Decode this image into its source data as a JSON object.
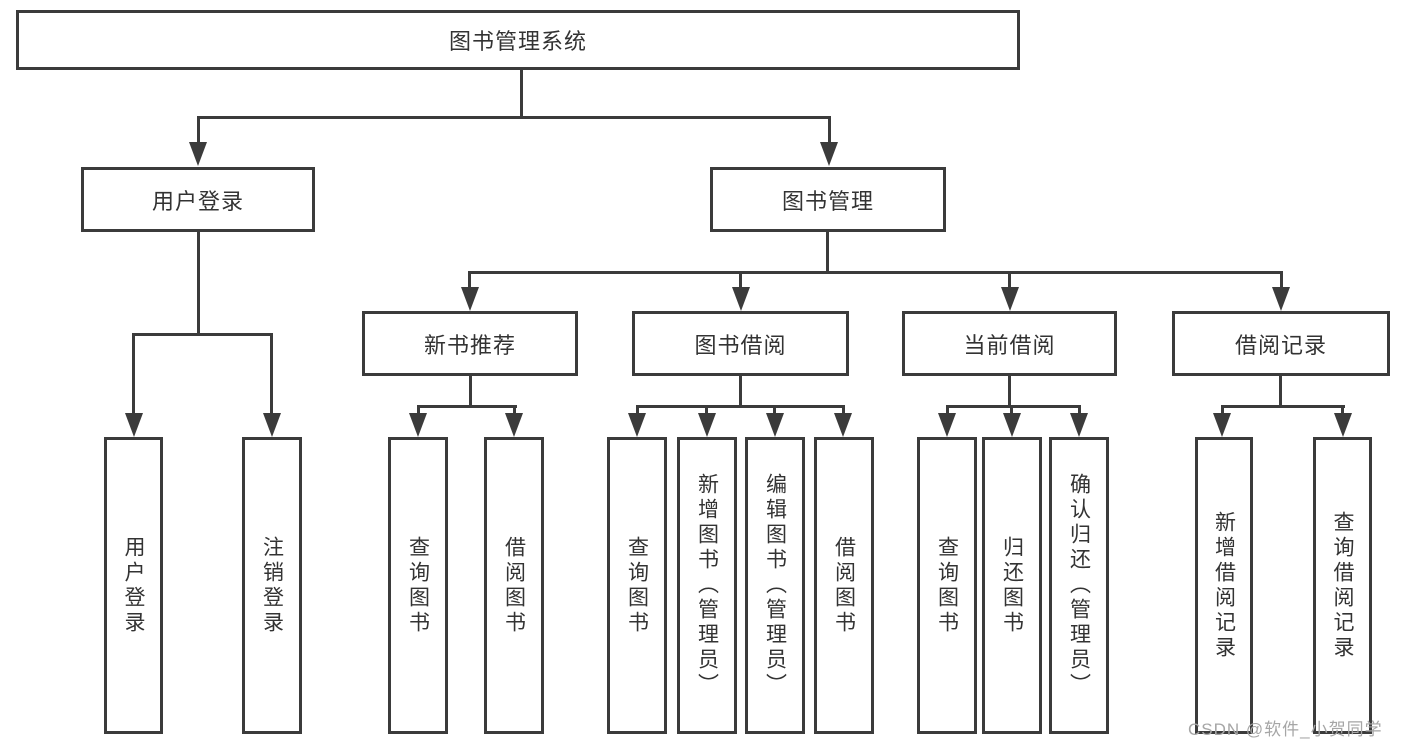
{
  "diagram": {
    "type": "hierarchy-tree",
    "root": {
      "label": "图书管理系统",
      "children": [
        {
          "label": "用户登录",
          "children": [
            {
              "label": "用户登录"
            },
            {
              "label": "注销登录"
            }
          ]
        },
        {
          "label": "图书管理",
          "children": [
            {
              "label": "新书推荐",
              "children": [
                {
                  "label": "查询图书"
                },
                {
                  "label": "借阅图书"
                }
              ]
            },
            {
              "label": "图书借阅",
              "children": [
                {
                  "label": "查询图书"
                },
                {
                  "label": "新增图书（管理员）"
                },
                {
                  "label": "编辑图书（管理员）"
                },
                {
                  "label": "借阅图书"
                }
              ]
            },
            {
              "label": "当前借阅",
              "children": [
                {
                  "label": "查询图书"
                },
                {
                  "label": "归还图书"
                },
                {
                  "label": "确认归还（管理员）"
                }
              ]
            },
            {
              "label": "借阅记录",
              "children": [
                {
                  "label": "新增借阅记录"
                },
                {
                  "label": "查询借阅记录"
                }
              ]
            }
          ]
        }
      ]
    },
    "watermark": "CSDN @软件_小贺同学",
    "colors": {
      "line": "#3b3b3b",
      "text": "#333333",
      "watermark": "#a6a6a6",
      "background": "#ffffff"
    }
  }
}
